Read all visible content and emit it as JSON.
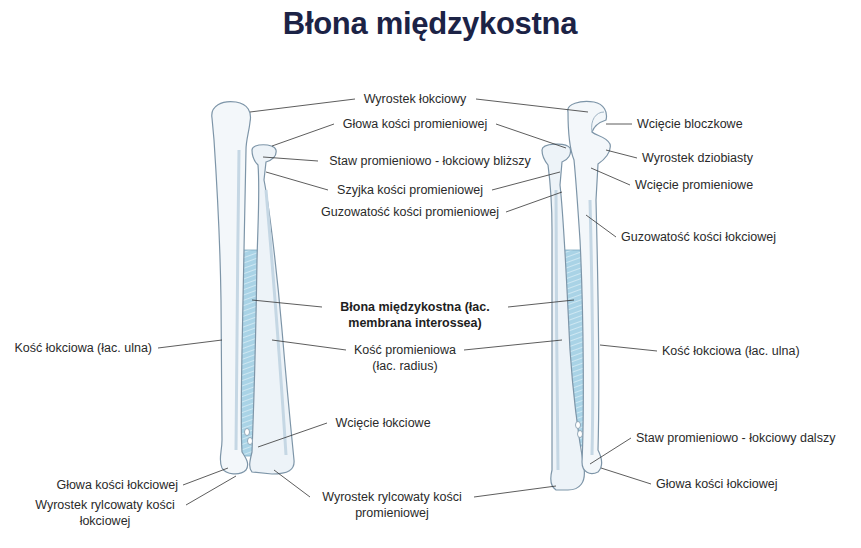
{
  "diagram": {
    "title": "Błona międzykostna",
    "labels": [
      "Wyrostek łokciowy",
      "Wcięcie bloczkowe",
      "Głowa kości promieniowej",
      "Wyrostek dziobiasty",
      "Staw promieniowo - łokciowy bliższy",
      "Wcięcie promieniowe",
      "Szyjka kości promieniowej",
      "Guzowatość kości promieniowej",
      "Guzowatość kości łokciowej",
      "Błona międzykostna (łac. membrana interossea)",
      "Kość łokciowa (łac. ulna)",
      "Kość promieniowa (łac. radius)",
      "Kość łokciowa (łac. ulna)",
      "Wcięcie łokciowe",
      "Staw promieniowo - łokciowy dalszy",
      "Głowa kości łokciowej",
      "Głowa kości łokciowej",
      "Wyrostek rylcowaty kości promieniowej",
      "Wyrostek rylcowaty kości łokciowej"
    ]
  }
}
